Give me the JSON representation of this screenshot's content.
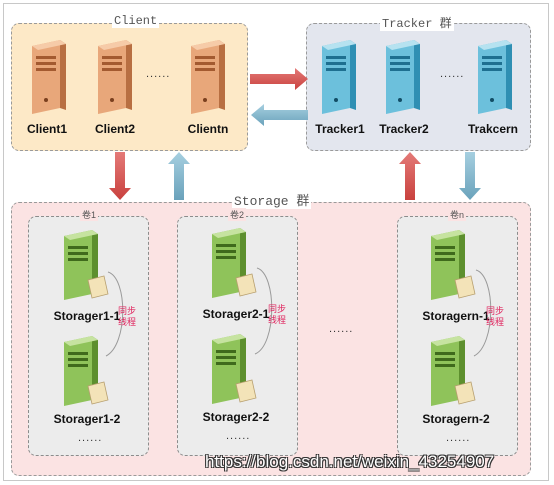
{
  "client_group": {
    "title": "Client",
    "servers": [
      {
        "label": "Client1",
        "icon": "orange-server-icon"
      },
      {
        "label": "Client2",
        "icon": "orange-server-icon"
      },
      {
        "label": "Clientn",
        "icon": "orange-server-icon"
      }
    ],
    "ellipsis": "......"
  },
  "tracker_group": {
    "title": "Tracker 群",
    "servers": [
      {
        "label": "Tracker1",
        "icon": "blue-server-icon"
      },
      {
        "label": "Tracker2",
        "icon": "blue-server-icon"
      },
      {
        "label": "Trakcern",
        "icon": "blue-server-icon"
      }
    ],
    "ellipsis": "......"
  },
  "storage_group": {
    "title": "Storage 群",
    "ellipsis": "......",
    "volumes": [
      {
        "title": "卷1",
        "servers": [
          "Storager1-1",
          "Storager1-2"
        ],
        "sync": [
          "同步",
          "线程"
        ],
        "more": "......"
      },
      {
        "title": "卷2",
        "servers": [
          "Storager2-1",
          "Storager2-2"
        ],
        "sync": [
          "同步",
          "线程"
        ],
        "more": "......"
      },
      {
        "title": "卷n",
        "servers": [
          "Storagern-1",
          "Storagern-2"
        ],
        "sync": [
          "同步",
          "线程"
        ],
        "more": "......"
      }
    ]
  },
  "colors": {
    "client_bg": "#fde9c7",
    "tracker_bg": "#e3e6ee",
    "storage_bg": "#fbe3e3",
    "red_arrow": "#d9534f",
    "blue_arrow": "#7fb3c9",
    "sync_text": "#e0245e"
  },
  "watermark": "https://blog.csdn.net/weixin_43254907"
}
